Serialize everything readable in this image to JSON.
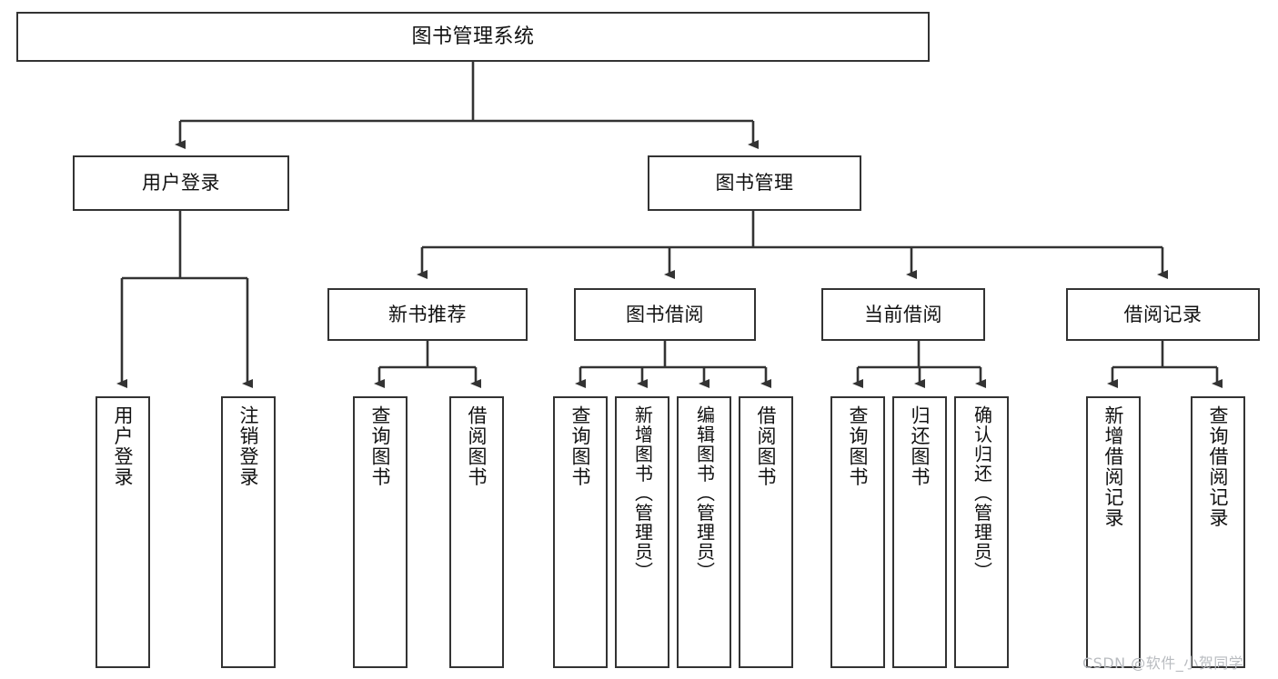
{
  "diagram": {
    "type": "tree",
    "title": "图书管理系统",
    "root": {
      "label": "图书管理系统"
    },
    "level1": [
      {
        "label": "用户登录"
      },
      {
        "label": "图书管理"
      }
    ],
    "level2": [
      {
        "label": "新书推荐"
      },
      {
        "label": "图书借阅"
      },
      {
        "label": "当前借阅"
      },
      {
        "label": "借阅记录"
      }
    ],
    "leaves": {
      "user_login": [
        {
          "label": "用户登录"
        },
        {
          "label": "注销登录"
        }
      ],
      "new_book_recommend": [
        {
          "label": "查询图书"
        },
        {
          "label": "借阅图书"
        }
      ],
      "book_borrow": [
        {
          "label": "查询图书"
        },
        {
          "label": "新增图书（管理员）"
        },
        {
          "label": "编辑图书（管理员）"
        },
        {
          "label": "借阅图书"
        }
      ],
      "current_borrow": [
        {
          "label": "查询图书"
        },
        {
          "label": "归还图书"
        },
        {
          "label": "确认归还（管理员）"
        }
      ],
      "borrow_record": [
        {
          "label": "新增借阅记录"
        },
        {
          "label": "查询借阅记录"
        }
      ]
    }
  },
  "watermark": {
    "text": "CSDN @软件_小贺同学"
  },
  "colors": {
    "stroke": "#333333",
    "fill": "#ffffff",
    "text": "#111111",
    "watermark": "#b9bcc0"
  }
}
